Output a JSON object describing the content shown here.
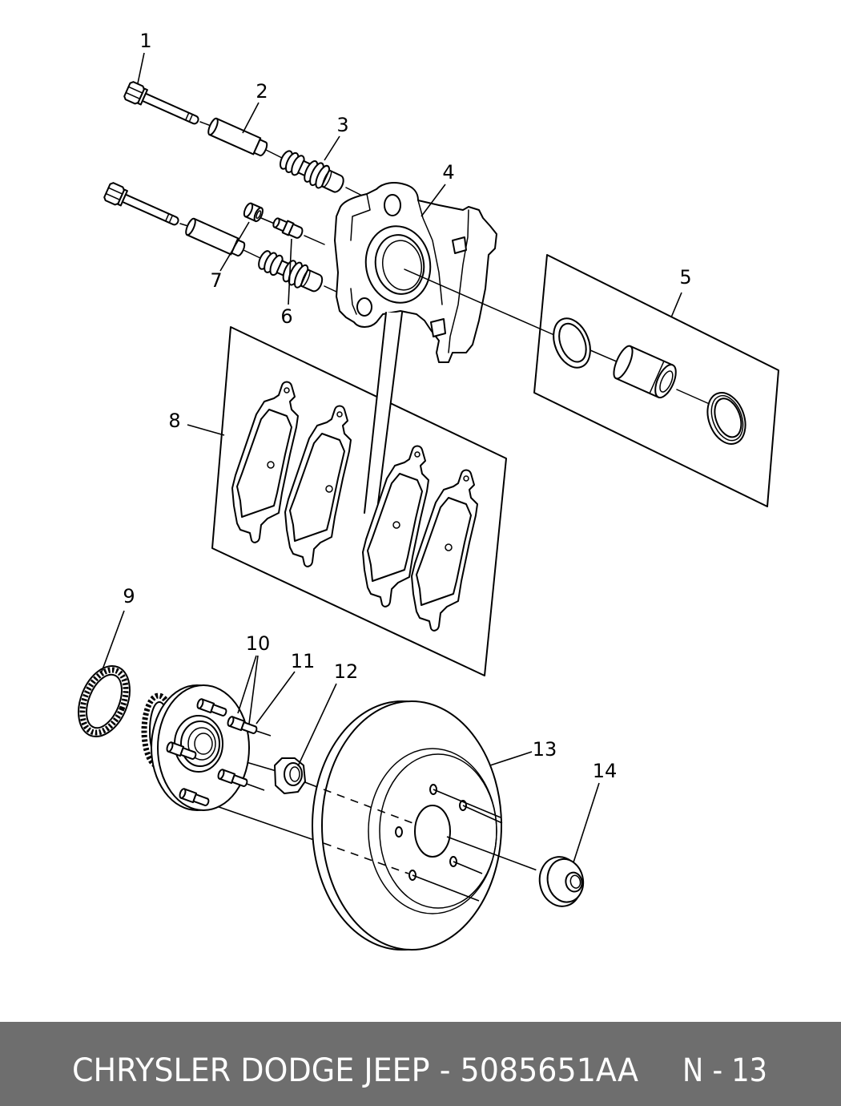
{
  "diagram": {
    "callouts": [
      "1",
      "2",
      "3",
      "4",
      "5",
      "6",
      "7",
      "8",
      "9",
      "10",
      "11",
      "12",
      "13",
      "14"
    ]
  },
  "footer": {
    "title": "CHRYSLER DODGE JEEP - 5085651AA",
    "page_code": "N - 13"
  },
  "colors": {
    "background": "#ffffff",
    "line_art": "#000000",
    "footer_background": "#6e6e6e",
    "footer_text": "#ffffff"
  }
}
